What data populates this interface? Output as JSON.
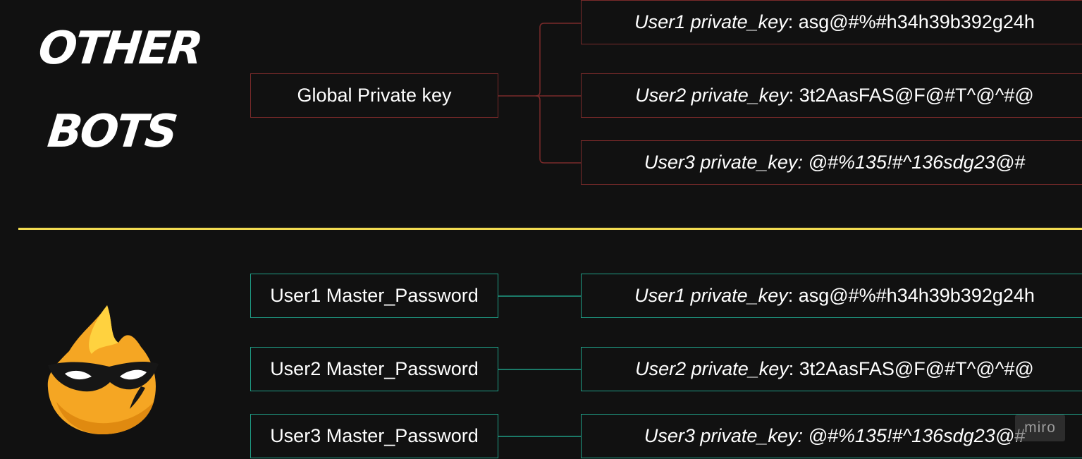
{
  "heading": {
    "line1": "OTHER",
    "line2": "BOTS"
  },
  "top": {
    "global_key": "Global Private key",
    "users": [
      {
        "label": "User1 private_key",
        "sep": ": ",
        "value": "asg@#%#h34h39b392g24h"
      },
      {
        "label": "User2 private_key",
        "sep": ": ",
        "value": "3t2AasFAS@F@#T^@^#@"
      },
      {
        "label": "User3 private_key",
        "sep": ": ",
        "value": "@#%135!#^136sdg23@#"
      }
    ]
  },
  "bottom": {
    "rows": [
      {
        "master": "User1 Master_Password",
        "key_label": "User1 private_key",
        "sep": ": ",
        "key_value": "asg@#%#h34h39b392g24h"
      },
      {
        "master": "User2 Master_Password",
        "key_label": "User2 private_key",
        "sep": ": ",
        "key_value": "3t2AasFAS@F@#T^@^#@"
      },
      {
        "master": "User3 Master_Password",
        "key_label": "User3 private_key",
        "sep": ": ",
        "key_value": "@#%135!#^136sdg23@#"
      }
    ]
  },
  "colors": {
    "background": "#111111",
    "top_border": "#7a2a2a",
    "bottom_border": "#1f9e86",
    "divider": "#f2dc52",
    "logo_flame": "#f5a623"
  },
  "icons": [
    "flame-bandit-logo"
  ],
  "watermark": "miro"
}
